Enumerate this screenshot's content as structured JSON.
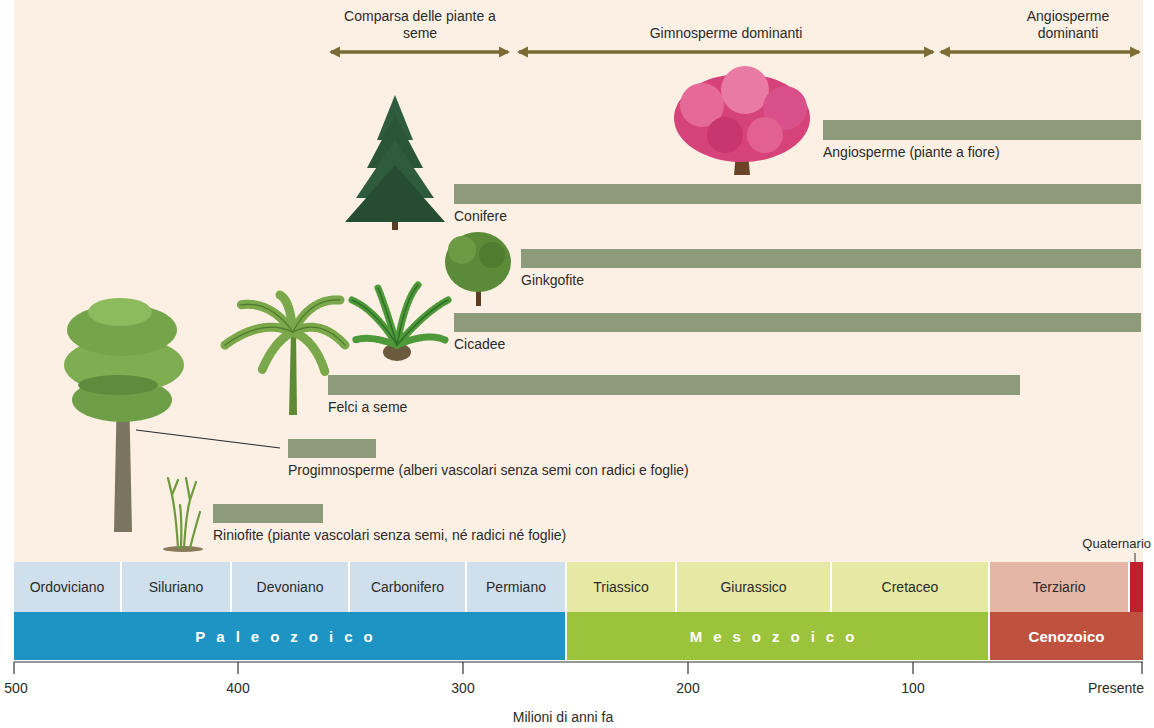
{
  "diagram": {
    "nodes": [
      {
        "text": [
          "Angiosperme (piante a fiore)"
        ]
      },
      {
        "text": [
          "Conifere"
        ]
      },
      {
        "text": [
          "Ginkgofite"
        ]
      },
      {
        "text": [
          "Cicadee"
        ]
      },
      {
        "text": [
          "Felci a seme"
        ]
      },
      {
        "text": [
          "Progimnosperme (alberi vascolari senza semi con radici e foglie)"
        ]
      },
      {
        "text": [
          "Riniofite (piante vascolari senza semi, né radici né foglie)"
        ]
      },
      {
        "text": [
          "Ordoviciano"
        ]
      },
      {
        "text": [
          "Siluriano"
        ]
      },
      {
        "text": [
          "Devoniano"
        ]
      },
      {
        "text": [
          "Carbonifero"
        ]
      },
      {
        "text": [
          "Permiano"
        ]
      },
      {
        "text": [
          "Triassico"
        ]
      },
      {
        "text": [
          "Giurassico"
        ]
      },
      {
        "text": [
          "Cretaceo"
        ]
      },
      {
        "text": [
          "Terziario"
        ]
      },
      {
        "text": [
          "Quaternario"
        ]
      },
      {
        "text": [
          "Paleozoico"
        ]
      },
      {
        "text": [
          "Mesozoico"
        ]
      },
      {
        "text": [
          "Cenozoico"
        ]
      }
    ],
    "labels": [
      "Comparsa delle piante a seme",
      "Gimnosperme dominanti",
      "Angiosperme dominanti",
      "500",
      "400",
      "300",
      "200",
      "100",
      "Presente",
      "Milioni di anni fa"
    ]
  }
}
